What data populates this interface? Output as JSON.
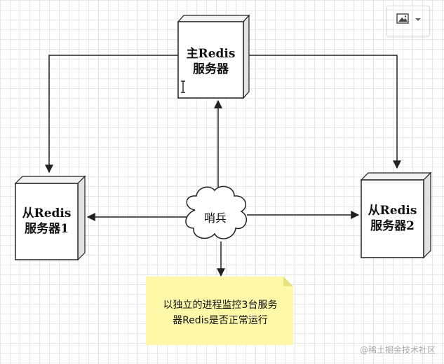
{
  "diagram": {
    "master": {
      "line1": "主Redis",
      "line2": "服务器"
    },
    "slave1": {
      "line1": "从Redis",
      "line2": "服务器1"
    },
    "slave2": {
      "line1": "从Redis",
      "line2": "服务器2"
    },
    "sentinel": {
      "label": "哨兵"
    },
    "note": {
      "line1": "以独立的进程监控3台服务",
      "line2": "器Redis是否正常运行"
    }
  },
  "toolbar": {
    "icon": "image-icon",
    "dropdown_icon": "dropdown-caret-icon"
  },
  "watermark": "@稀土掘金技术社区",
  "colors": {
    "box_fill": "#ffffff",
    "box_side": "#e8e8e8",
    "stroke": "#222222",
    "note_fill": "#fdf9a8",
    "note_fold": "#e8e27a"
  }
}
